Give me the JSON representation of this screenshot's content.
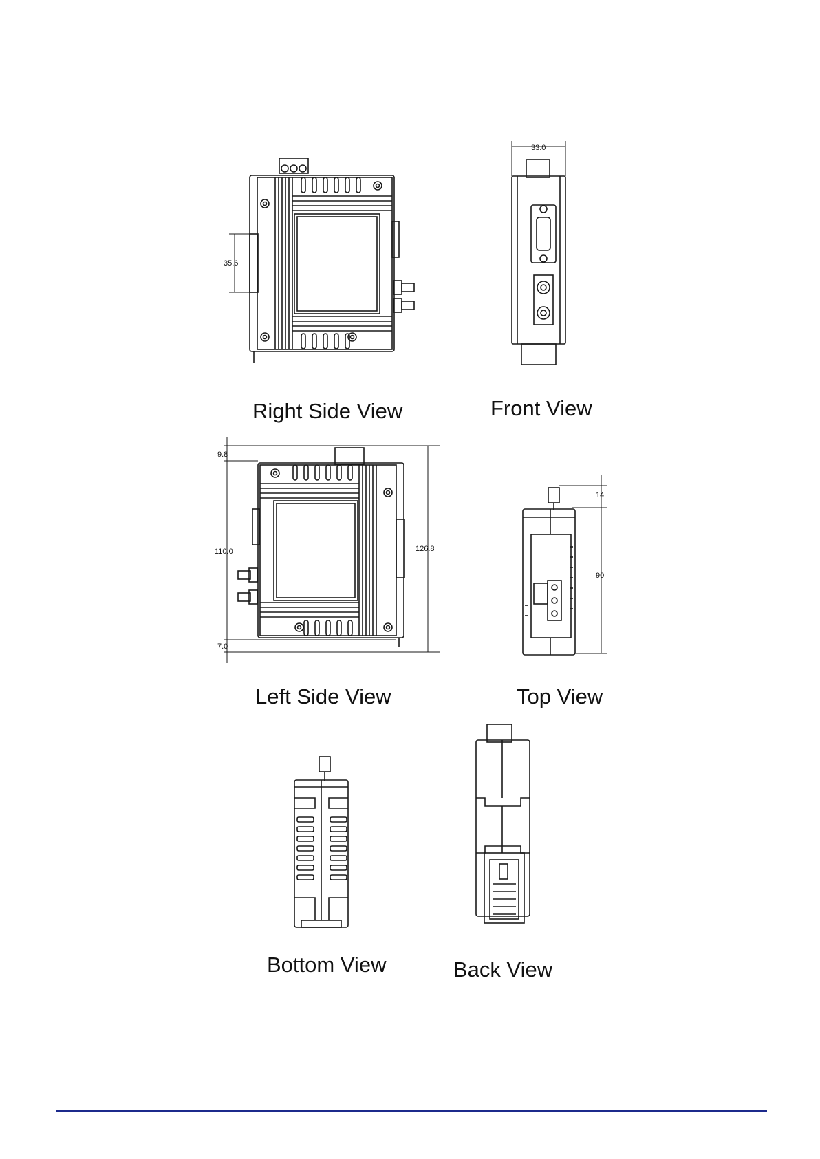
{
  "views": {
    "right_side": "Right Side View",
    "front": "Front View",
    "left_side": "Left Side View",
    "top": "Top View",
    "bottom": "Bottom View",
    "back": "Back View"
  },
  "dimensions": {
    "right_side_slot": "35.6",
    "front_width": "33.0",
    "left_top_offset": "9.8",
    "left_height": "110.0",
    "left_total_height": "126.8",
    "left_bottom_offset": "7.0",
    "top_connector": "14",
    "top_height": "90"
  },
  "colors": {
    "line": "#1a1a1a",
    "footer_rule": "#1c2a8c"
  }
}
